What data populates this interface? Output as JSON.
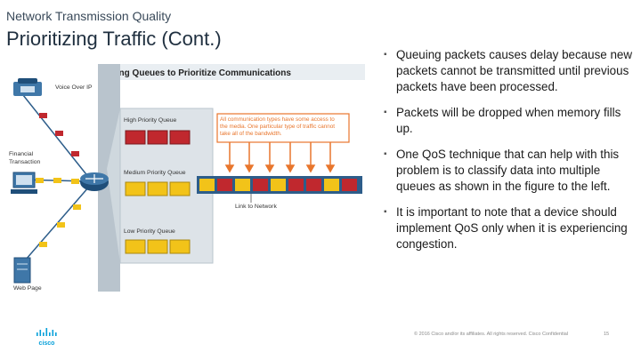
{
  "slide": {
    "kicker": "Network Transmission Quality",
    "title": "Prioritizing Traffic (Cont.)",
    "bullets": [
      "Queuing packets causes delay because new packets cannot be transmitted until previous packets have been processed.",
      "Packets will be dropped when memory fills up.",
      "One QoS technique that can help with this problem is to classify data into multiple queues as shown in the figure to the left.",
      "It is important to note that a device should implement QoS only when it is experiencing congestion."
    ],
    "footer": "© 2016 Cisco and/or its affiliates. All rights reserved. Cisco Confidential",
    "page_number": "15",
    "logo_text": "cisco"
  },
  "figure": {
    "title": "Using Queues to Prioritize Communications",
    "source_labels": [
      "Voice Over IP",
      "Financial Transaction",
      "Web Page"
    ],
    "queues": [
      {
        "label": "High Priority Queue",
        "color": "#c0282e"
      },
      {
        "label": "Medium Priority Queue",
        "color": "#f2c319"
      },
      {
        "label": "Low Priority Queue",
        "color": "#f2c319"
      }
    ],
    "callout": "All communication types have some access to the media. One particular type of traffic cannot take all of the bandwidth.",
    "link_label": "Link to Network",
    "colors": {
      "accent": "#e8762d",
      "link": "#2d5d8a",
      "high": "#c0282e",
      "medium": "#f2c319"
    }
  }
}
